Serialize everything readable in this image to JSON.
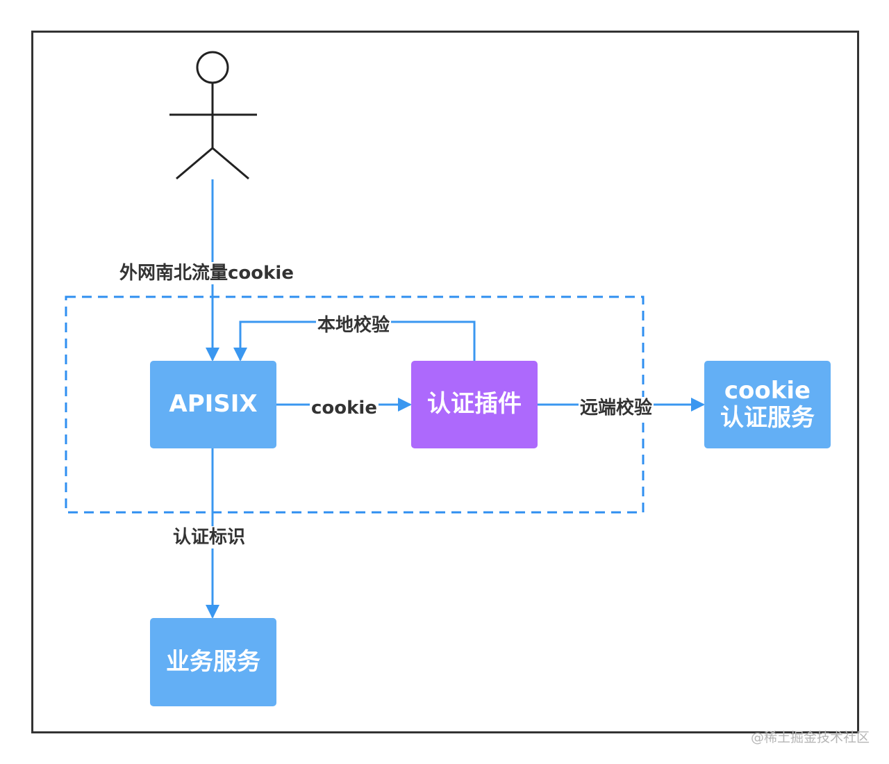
{
  "colors": {
    "frame": "#333333",
    "arrow": "#3a97f0",
    "node_blue": "#63aff5",
    "node_purple": "#ad69fc",
    "boundary": "#2f8ff0",
    "actor": "#222222",
    "label_text": "#333333"
  },
  "actor": {
    "icon": "stick-figure-user-icon"
  },
  "nodes": {
    "apisix": "APISIX",
    "auth_plugin": "认证插件",
    "cookie_auth_service_line1": "cookie",
    "cookie_auth_service_line2": "认证服务",
    "business_service": "业务服务"
  },
  "edges": {
    "north_south_cookie": "外网南北流量cookie",
    "local_verify": "本地校验",
    "cookie": "cookie",
    "remote_verify": "远端校验",
    "auth_identity": "认证标识"
  },
  "watermark": "@稀土掘金技术社区"
}
